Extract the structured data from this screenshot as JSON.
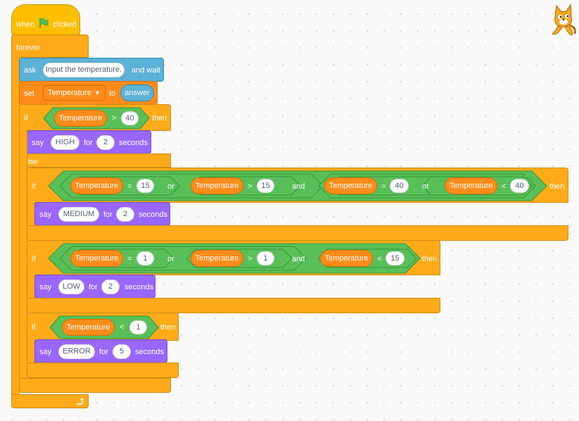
{
  "script": {
    "hat": {
      "when": "when",
      "clicked": "clicked",
      "flag_icon": "green-flag-icon"
    },
    "forever": "forever",
    "ask": {
      "label": "ask",
      "prompt": "Input the temperature.",
      "and_wait": "and wait"
    },
    "set": {
      "label": "set",
      "variable": "Temperature",
      "to": "to",
      "value": "answer"
    },
    "if1": {
      "if": "if",
      "then": "then",
      "var": "Temperature",
      "op": ">",
      "num": "40",
      "say": {
        "label": "say",
        "msg": "HIGH",
        "for": "for",
        "secs": "2",
        "seconds": "seconds"
      }
    },
    "else": "else",
    "if2": {
      "if": "if",
      "then": "then",
      "or": "or",
      "and": "and",
      "c1": {
        "var": "Temperature",
        "op": "=",
        "num": "15"
      },
      "c2": {
        "var": "Temperature",
        "op": ">",
        "num": "15"
      },
      "c3": {
        "var": "Temperature",
        "op": "=",
        "num": "40"
      },
      "c4": {
        "var": "Temperature",
        "op": "<",
        "num": "40"
      },
      "say": {
        "label": "say",
        "msg": "MEDIUM",
        "for": "for",
        "secs": "2",
        "seconds": "seconds"
      }
    },
    "if3": {
      "if": "if",
      "then": "then",
      "or": "or",
      "and": "and",
      "c1": {
        "var": "Temperature",
        "op": "=",
        "num": "1"
      },
      "c2": {
        "var": "Temperature",
        "op": ">",
        "num": "1"
      },
      "c3": {
        "var": "Temperature",
        "op": "<",
        "num": "15"
      },
      "say": {
        "label": "say",
        "msg": "LOW",
        "for": "for",
        "secs": "2",
        "seconds": "seconds"
      }
    },
    "if4": {
      "if": "if",
      "then": "then",
      "var": "Temperature",
      "op": "<",
      "num": "1",
      "say": {
        "label": "say",
        "msg": "ERROR",
        "for": "for",
        "secs": "5",
        "seconds": "seconds"
      }
    }
  },
  "colors": {
    "events": "#FFBF00",
    "control": "#FFAB19",
    "sensing": "#5CB1D6",
    "variables": "#FF8C1A",
    "looks": "#9966FF",
    "operators": "#59C059"
  },
  "icons": [
    "green-flag-icon",
    "sprite-cat-icon",
    "repeat-arrow-icon",
    "dropdown-caret-icon"
  ]
}
